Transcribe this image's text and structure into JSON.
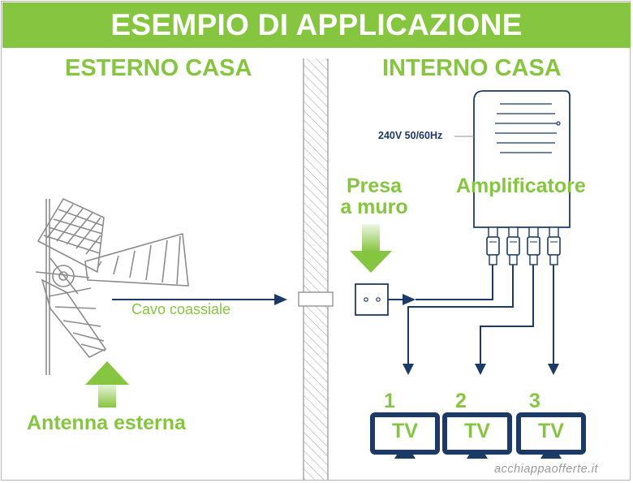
{
  "banner": {
    "title": "ESEMPIO DI APPLICAZIONE"
  },
  "sections": {
    "outside": "ESTERNO CASA",
    "inside": "INTERNO CASA"
  },
  "amplifier": {
    "voltage": "240V 50/60Hz",
    "label": "Amplificatore"
  },
  "wall_socket": {
    "line1": "Presa",
    "line2": "a muro"
  },
  "cable": {
    "label": "Cavo coassiale"
  },
  "antenna": {
    "label": "Antenna esterna"
  },
  "tvs": [
    {
      "number": "1",
      "label": "TV"
    },
    {
      "number": "2",
      "label": "TV"
    },
    {
      "number": "3",
      "label": "TV"
    }
  ],
  "watermark": "acchiappaofferte.it",
  "colors": {
    "green": "#86c540",
    "navy": "#1b3a66",
    "grey": "#8c8c8c"
  }
}
